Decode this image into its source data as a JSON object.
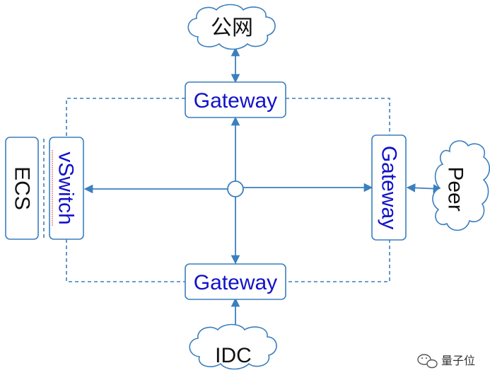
{
  "nodes": {
    "gateway_top": "Gateway",
    "gateway_bottom": "Gateway",
    "gateway_right": "Gateway",
    "vswitch": "vSwitch",
    "ecs": "ECS"
  },
  "clouds": {
    "public_network": "公网",
    "idc": "IDC",
    "peer": "Peer"
  },
  "watermark": {
    "text": "量子位",
    "icon": "wechat-icon"
  },
  "colors": {
    "line": "#3a7fbf",
    "gateway_text": "#1111cc",
    "label_text": "#111111"
  }
}
